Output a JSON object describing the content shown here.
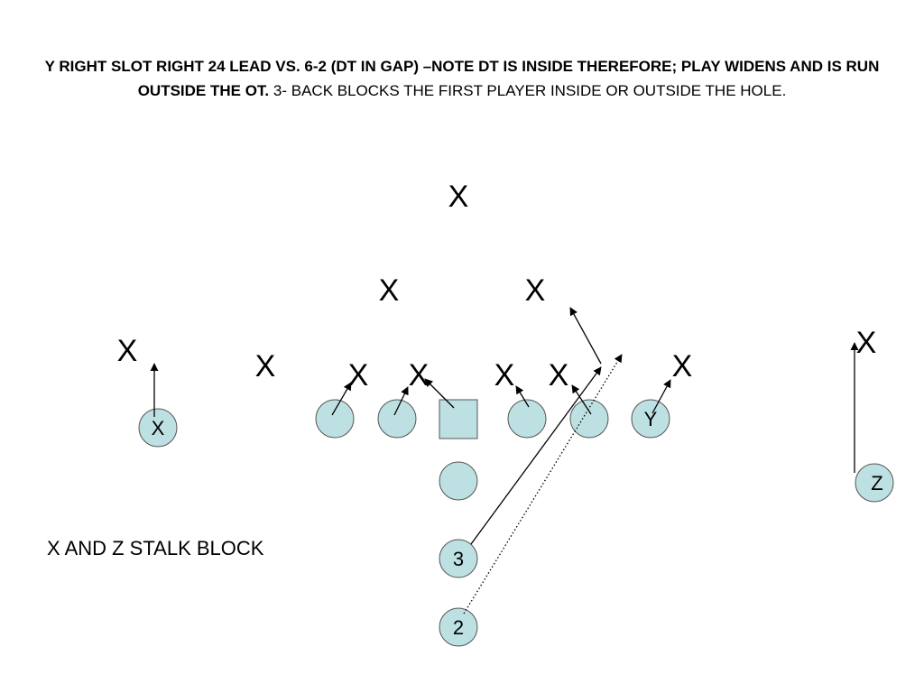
{
  "title": {
    "bold": "Y RIGHT SLOT RIGHT 24 LEAD VS. 6-2 (DT IN GAP) –NOTE DT IS INSIDE THEREFORE; PLAY WIDENS AND IS RUN OUTSIDE THE OT.",
    "normal": "3- BACK BLOCKS THE FIRST PLAYER INSIDE OR OUTSIDE THE HOLE."
  },
  "note": "X AND Z STALK BLOCK",
  "defender_mark": "X",
  "offense": {
    "x_receiver": "X",
    "y_end": "Y",
    "z_receiver": "Z",
    "back_3": "3",
    "back_2": "2"
  },
  "colors": {
    "player_fill": "#bde0e2",
    "line": "#000000"
  }
}
